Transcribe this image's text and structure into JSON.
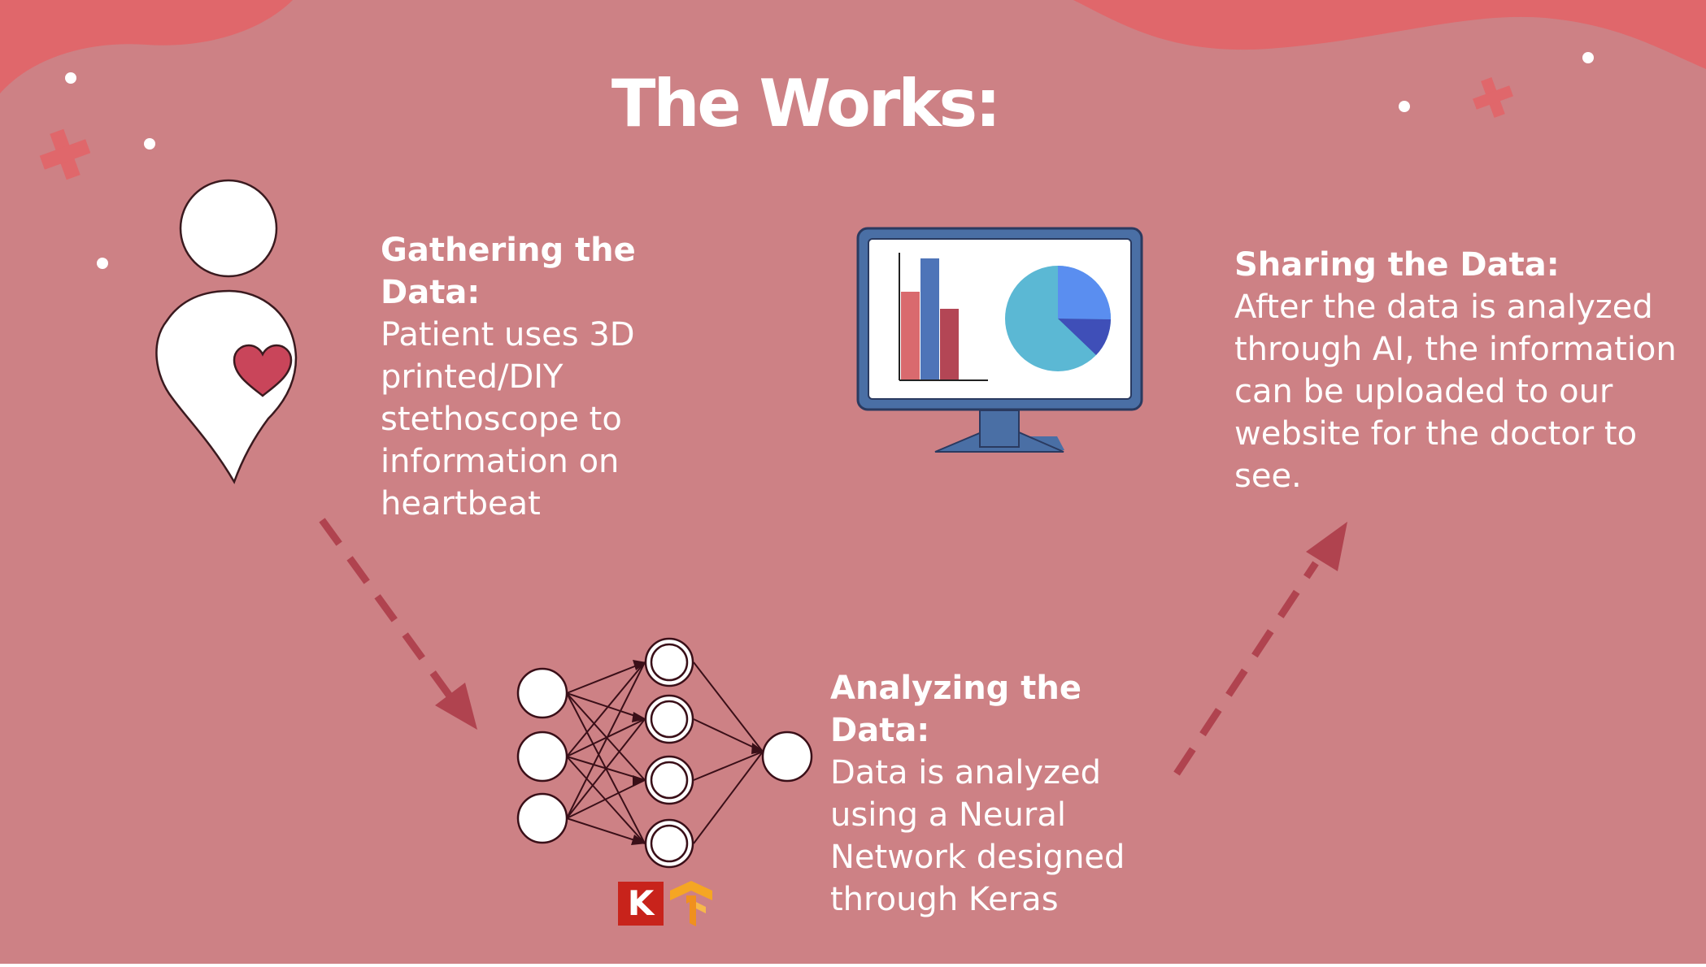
{
  "title": "The Works:",
  "steps": {
    "gather": {
      "heading": "Gathering the Data:",
      "body": "Patient uses 3D printed/DIY stethoscope to information on heartbeat",
      "icon": "patient-heart-icon"
    },
    "analyze": {
      "heading": "Analyzing the Data:",
      "body": "Data is analyzed using a Neural Network designed through Keras",
      "icon": "neural-network-icon"
    },
    "share": {
      "heading": "Sharing the Data:",
      "body": "After the data is analyzed through AI, the information can be uploaded to our website for the doctor to see.",
      "icon": "monitor-chart-icon"
    }
  },
  "logos": {
    "keras": "K",
    "tensorflow": "tensorflow-icon"
  },
  "colors": {
    "background": "#cd8185",
    "blob": "#e0676b",
    "arrow": "#b0434f",
    "heart": "#c9455a",
    "text": "#ffffff"
  }
}
